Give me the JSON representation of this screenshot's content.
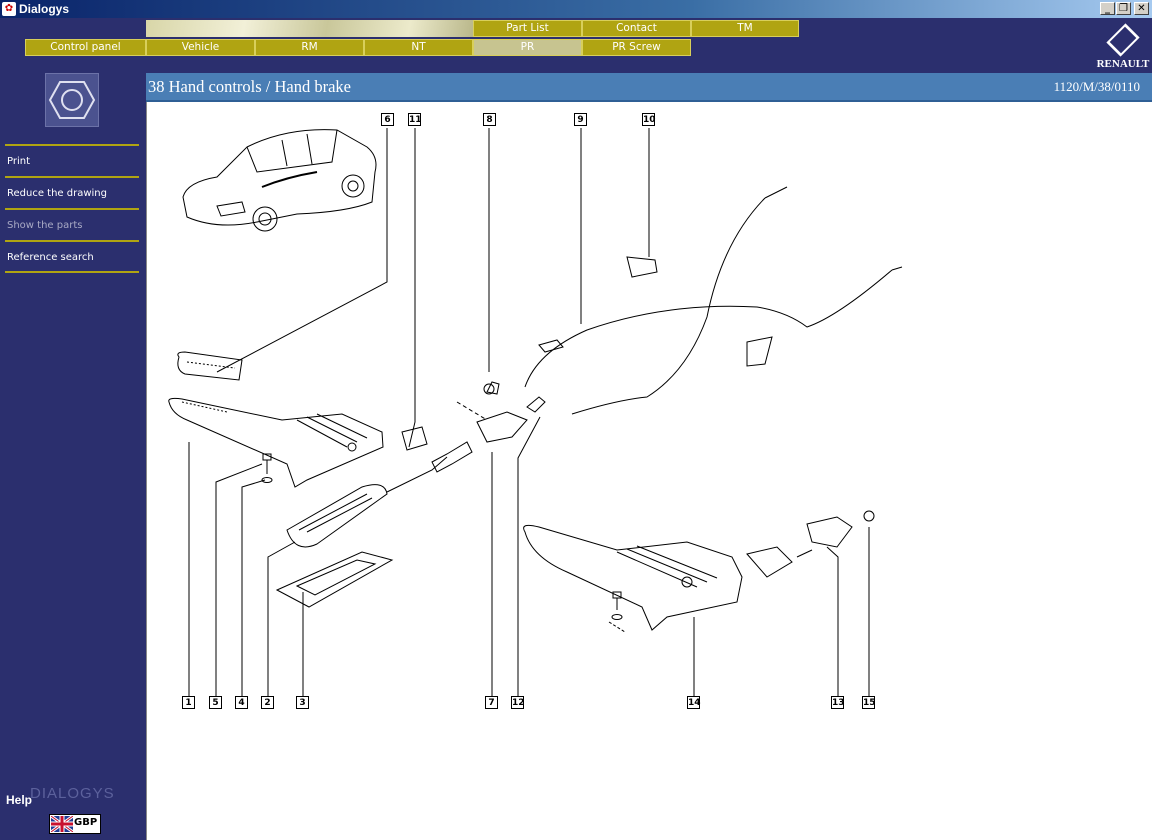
{
  "window": {
    "title": "Dialogys",
    "app_icon": "dialogys-app-icon",
    "buttons": [
      "minimize",
      "restore",
      "close"
    ]
  },
  "tabs_top": [
    {
      "label": "Part List"
    },
    {
      "label": "Contact"
    },
    {
      "label": "TM"
    }
  ],
  "tabs_bottom": [
    {
      "label": "Control panel"
    },
    {
      "label": "Vehicle"
    },
    {
      "label": "RM"
    },
    {
      "label": "NT"
    },
    {
      "label": "PR",
      "active": true
    },
    {
      "label": "PR Screw"
    }
  ],
  "brand": {
    "name": "RENAULT",
    "icon": "renault-diamond-logo"
  },
  "sidebar": {
    "icon": "hex-nut-icon",
    "items": [
      {
        "label": "Print"
      },
      {
        "label": "Reduce the drawing"
      },
      {
        "label": "Show the parts",
        "disabled": true
      },
      {
        "label": "Reference search"
      }
    ],
    "help_label": "Help",
    "watermark": "DIALOGYS",
    "currency": "GBP",
    "flag_icon": "uk-flag-icon"
  },
  "page": {
    "title": "38 Hand controls / Hand brake",
    "reference": "1120/M/38/0110"
  },
  "drawing": {
    "callouts": [
      "6",
      "11",
      "8",
      "9",
      "10",
      "1",
      "5",
      "4",
      "2",
      "3",
      "7",
      "12",
      "14",
      "13",
      "15"
    ]
  },
  "colors": {
    "frame": "#2b2f6e",
    "tab": "#b0a412",
    "tab_active": "#c7c490",
    "header_bar": "#4a7eb5"
  }
}
